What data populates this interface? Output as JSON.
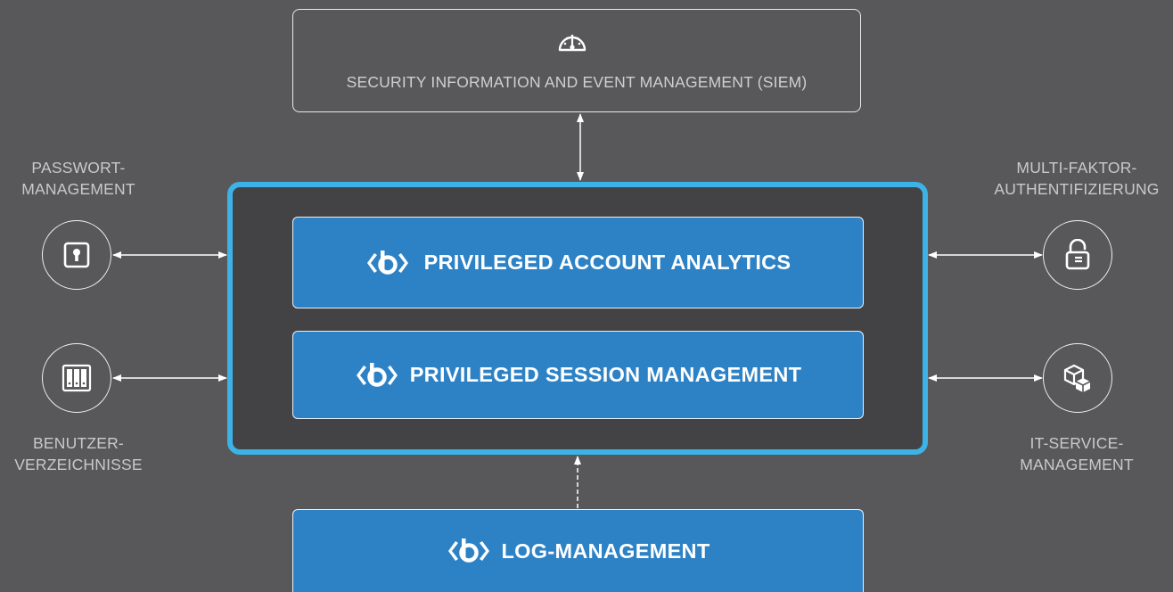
{
  "siem": {
    "label": "SECURITY INFORMATION AND EVENT MANAGEMENT (SIEM)",
    "icon": "dashboard-gauge-icon"
  },
  "central": {
    "frame_color": "#3cb3e6",
    "products": [
      {
        "label": "PRIVILEGED ACCOUNT ANALYTICS",
        "icon": "balabit-eye-logo-icon"
      },
      {
        "label": "PRIVILEGED SESSION MANAGEMENT",
        "icon": "balabit-eye-logo-icon"
      }
    ]
  },
  "log_management": {
    "label": "LOG-MANAGEMENT",
    "icon": "balabit-eye-logo-icon"
  },
  "left": [
    {
      "line1": "PASSWORT-",
      "line2": "MANAGEMENT",
      "icon": "keyhole-safe-icon"
    },
    {
      "line1": "BENUTZER-",
      "line2": "VERZEICHNISSE",
      "icon": "server-rack-icon"
    }
  ],
  "right": [
    {
      "line1": "MULTI-FAKTOR-",
      "line2": "AUTHENTIFIZIERUNG",
      "icon": "open-padlock-icon"
    },
    {
      "line1": "IT-SERVICE-",
      "line2": "MANAGEMENT",
      "icon": "cubes-icon"
    }
  ],
  "colors": {
    "background": "#58585a",
    "product_blue": "#2d82c6",
    "accent_cyan": "#3cb3e6",
    "text_light": "#cfcfd1"
  }
}
